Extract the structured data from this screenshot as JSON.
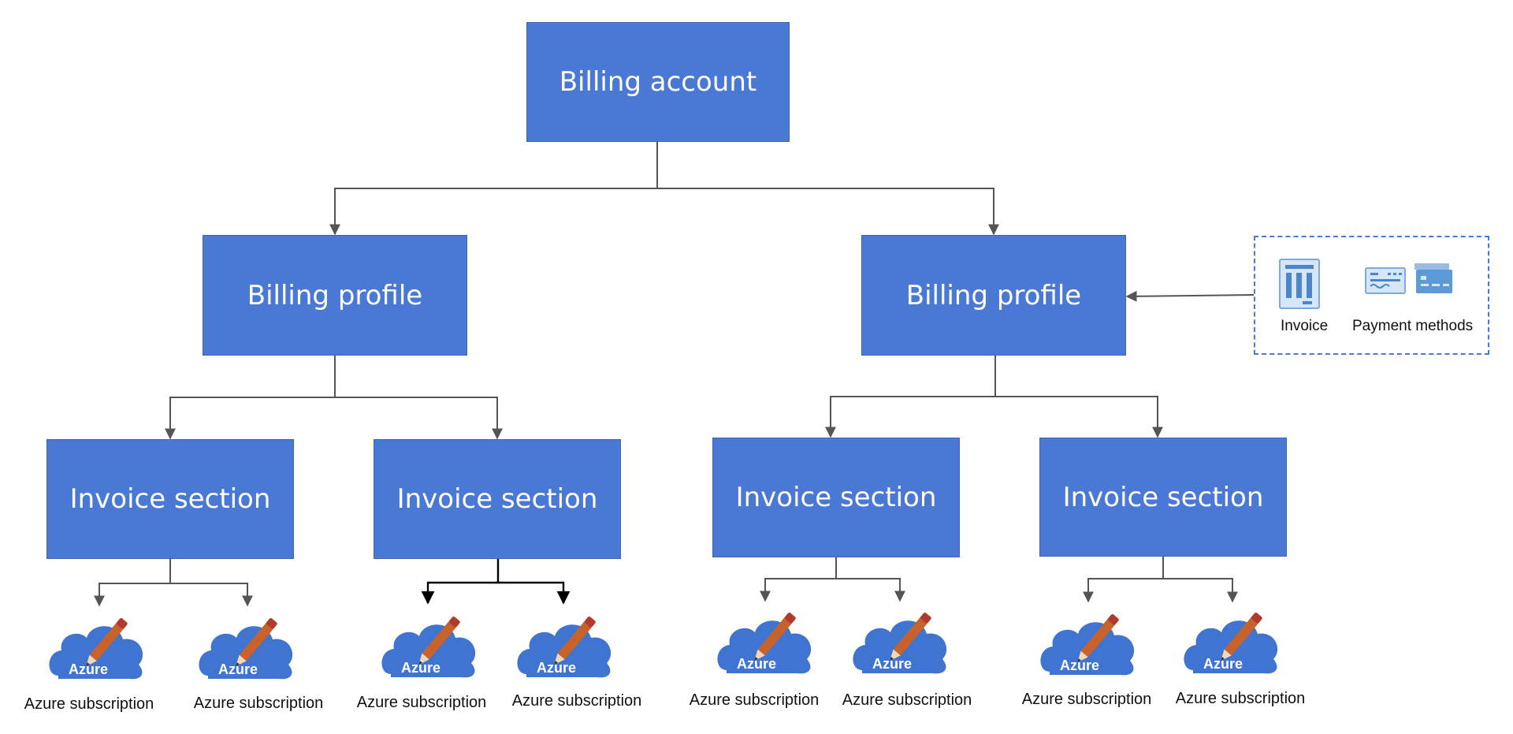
{
  "diagram": {
    "billing_account": "Billing account",
    "billing_profiles": [
      {
        "label": "Billing profile"
      },
      {
        "label": "Billing profile"
      }
    ],
    "invoice_sections": [
      {
        "label": "Invoice section"
      },
      {
        "label": "Invoice section"
      },
      {
        "label": "Invoice section"
      },
      {
        "label": "Invoice section"
      }
    ],
    "subscriptions": [
      {
        "label": "Azure subscription",
        "badge": "Azure"
      },
      {
        "label": "Azure subscription",
        "badge": "Azure"
      },
      {
        "label": "Azure subscription",
        "badge": "Azure"
      },
      {
        "label": "Azure subscription",
        "badge": "Azure"
      },
      {
        "label": "Azure subscription",
        "badge": "Azure"
      },
      {
        "label": "Azure subscription",
        "badge": "Azure"
      },
      {
        "label": "Azure subscription",
        "badge": "Azure"
      },
      {
        "label": "Azure subscription",
        "badge": "Azure"
      }
    ],
    "legend": {
      "invoice_label": "Invoice",
      "payment_label": "Payment methods"
    },
    "colors": {
      "box_fill": "#4a79d5",
      "connector": "#555555",
      "cloud": "#3f74d1",
      "pencil": "#c8622b"
    }
  }
}
